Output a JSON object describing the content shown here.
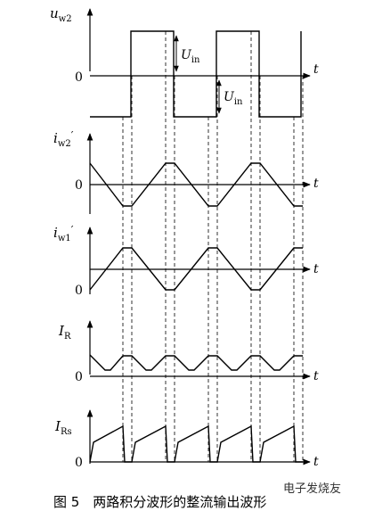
{
  "panels": [
    {
      "id": "uw2",
      "symbol": "u",
      "sub": "w2",
      "prime": ""
    },
    {
      "id": "iw2",
      "symbol": "i",
      "sub": "w2",
      "prime": "′"
    },
    {
      "id": "iw1",
      "symbol": "i",
      "sub": "w1",
      "prime": "′"
    },
    {
      "id": "ir",
      "symbol": "I",
      "sub": "R",
      "prime": ""
    },
    {
      "id": "irs",
      "symbol": "I",
      "sub": "Rs",
      "prime": ""
    }
  ],
  "time_label": "t",
  "zero_label": "0",
  "amplitude_label": {
    "main": "U",
    "sub": "in"
  },
  "caption": "图 5　两路积分波形的整流输出波形",
  "watermark": "电子发烧友"
}
